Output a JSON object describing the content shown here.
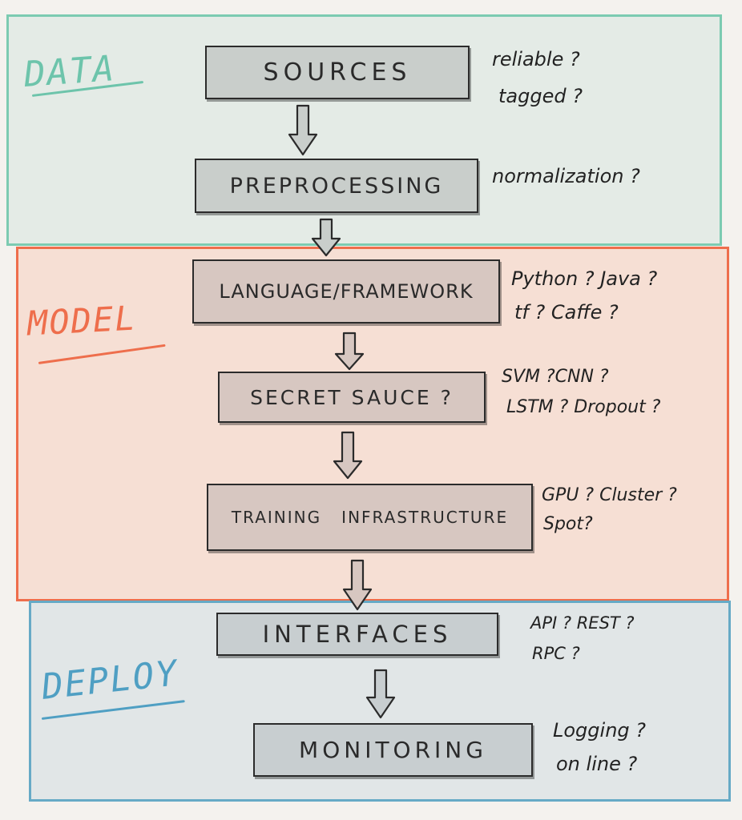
{
  "sections": {
    "data": {
      "label": "DATA",
      "color": "#6dc4ab"
    },
    "model": {
      "label": "MODEL",
      "color": "#ee6e4c"
    },
    "deploy": {
      "label": "DEPLOY",
      "color": "#4f9fc3"
    }
  },
  "boxes": {
    "sources": "SOURCES",
    "preprocessing": "PREPROCESSING",
    "language": "LANGUAGE/FRAMEWORK",
    "secret": "SECRET SAUCE ?",
    "training": "TRAINING   INFRASTRUCTURE",
    "interfaces": "INTERFACES",
    "monitoring": "MONITORING"
  },
  "notes": {
    "sources_1": "reliable ?",
    "sources_2": "tagged ?",
    "preprocessing_1": "normalization ?",
    "language_1": "Python ? Java ?",
    "language_2": "tf ? Caffe ?",
    "secret_1": "SVM ?CNN ?",
    "secret_2": "LSTM ? Dropout ?",
    "training_1": "GPU ? Cluster ?",
    "training_2": "Spot?",
    "interfaces_1": "API ? REST ?",
    "interfaces_2": "RPC ?",
    "monitoring_1": "Logging ?",
    "monitoring_2": "on line ?"
  }
}
